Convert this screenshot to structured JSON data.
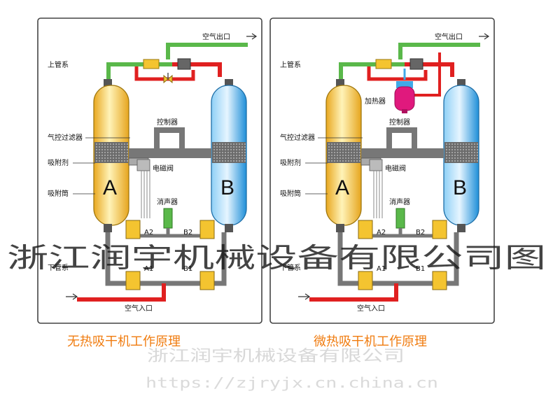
{
  "left_panel": {
    "outlet_label": "空气出口",
    "upper_pipe_label": "上管系",
    "filter_label": "气控过滤器",
    "adsorbent_label": "吸附剂",
    "tower_label": "吸附筒",
    "controller_label": "控制器",
    "solenoid_label": "电磁阀",
    "silencer_label": "消声器",
    "lower_pipe_label": "下管系",
    "inlet_label": "空气入口",
    "tank_a": "A",
    "tank_b": "B",
    "valve_a2": "A2",
    "valve_b2": "B2",
    "valve_a1": "A1",
    "valve_b1": "B1"
  },
  "right_panel": {
    "outlet_label": "空气出口",
    "upper_pipe_label": "上管系",
    "heater_label": "加热器",
    "filter_label": "气控过滤器",
    "adsorbent_label": "吸附剂",
    "tower_label": "吸附筒",
    "controller_label": "控制器",
    "solenoid_label": "电磁阀",
    "silencer_label": "消声器",
    "lower_pipe_label": "下管系",
    "inlet_label": "空气入口",
    "tank_a": "A",
    "tank_b": "B",
    "valve_a2": "A2",
    "valve_b2": "B2",
    "valve_a1": "A1",
    "valve_b1": "B1"
  },
  "captions": {
    "left": "无热吸干机工作原理",
    "right": "微热吸干机工作原理"
  },
  "watermark": {
    "main": "浙江润宇机械设备有限公司图",
    "company": "浙江润宇机械设备有限公司",
    "url": "https://zjryjx.cn.china.cn"
  },
  "colors": {
    "dry_air": "#5ab84a",
    "wet_air": "#e02020",
    "tank_a": "#f4c430",
    "tank_b": "#3fa9e8",
    "heater": "#e0197d",
    "caption": "#f07c10"
  }
}
